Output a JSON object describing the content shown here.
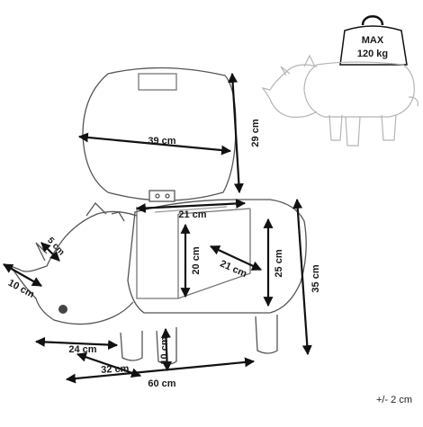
{
  "badge": {
    "line1": "MAX",
    "line2": "120 kg"
  },
  "dimensions": {
    "lid_width": "39 cm",
    "lid_height": "29 cm",
    "storage_width": "21 cm",
    "storage_height": "20 cm",
    "storage_depth": "21 cm",
    "body_height": "25 cm",
    "total_height": "35 cm",
    "horn": "5 cm",
    "nose_horn": "10 cm",
    "leg_height": "10 cm",
    "width": "24 cm",
    "depth": "32 cm",
    "length": "60 cm"
  },
  "tolerance": "+/- 2 cm"
}
